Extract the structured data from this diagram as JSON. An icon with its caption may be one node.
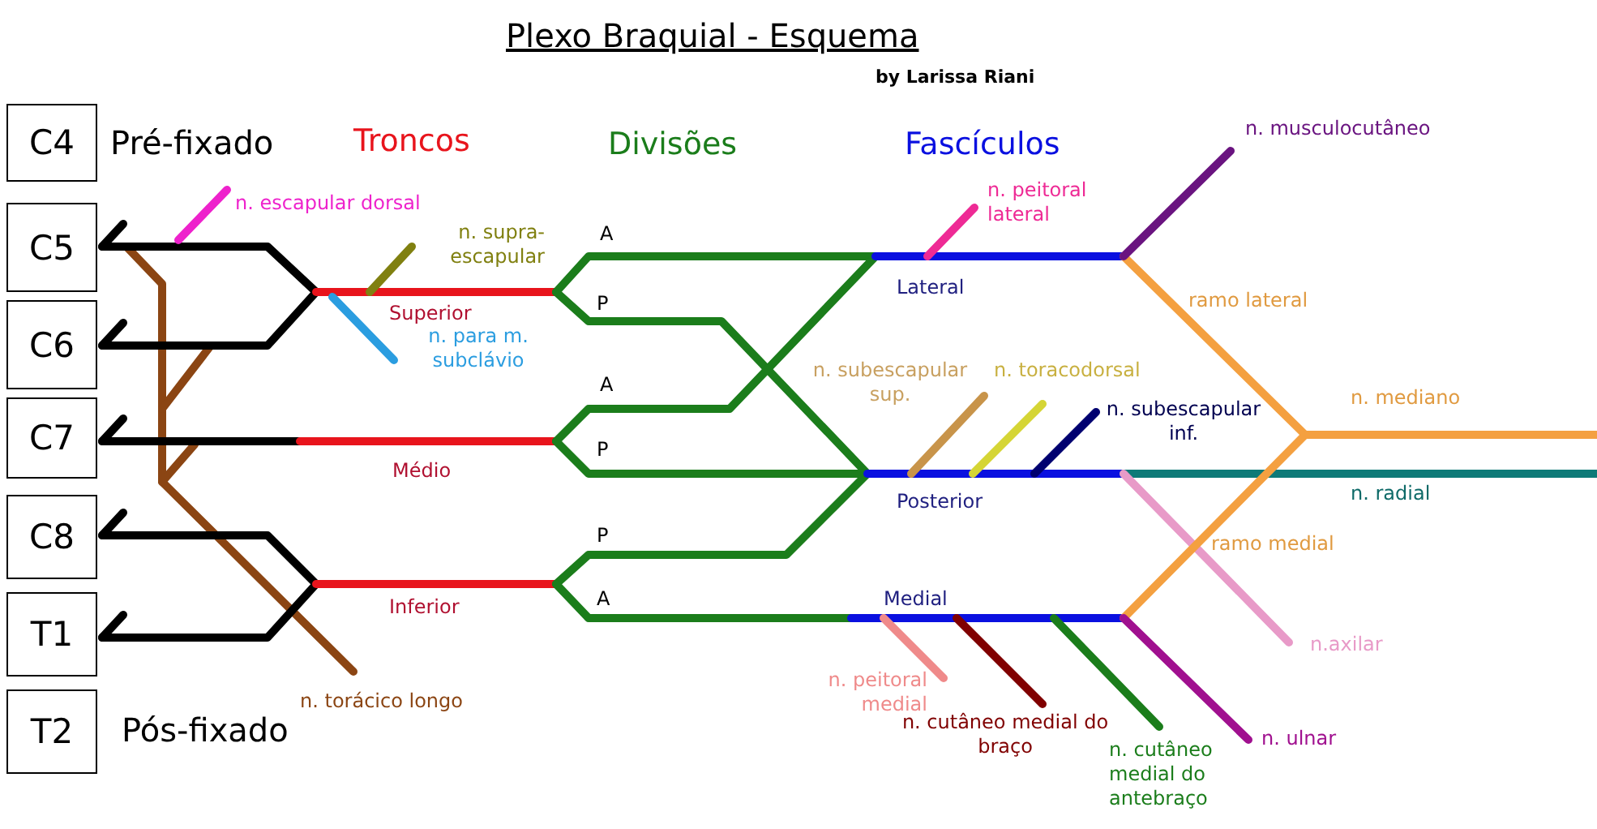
{
  "diagram": {
    "title": "Plexo Braquial - Esquema",
    "nodes": [
      {
        "text": [
          "C4"
        ],
        "beside": [
          "Pré-fixado"
        ]
      },
      {
        "text": [
          "C5"
        ]
      },
      {
        "text": [
          "C6"
        ]
      },
      {
        "text": [
          "C7"
        ]
      },
      {
        "text": [
          "C8"
        ]
      },
      {
        "text": [
          "T1"
        ]
      },
      {
        "text": [
          "T2"
        ],
        "beside": [
          "Pós-fixado"
        ]
      }
    ],
    "labels": [
      "by Larissa Riani",
      "Troncos",
      "Divisões",
      "Fascículos",
      "n. musculocutâneo",
      "n. escapular dorsal",
      "n. peitoral lateral",
      "n. supra-escapular",
      "A",
      "Superior",
      "P",
      "Lateral",
      "ramo lateral",
      "n. para m. subclávio",
      "A",
      "n. subescapular sup.",
      "n. toracodorsal",
      "n. subescapular inf.",
      "n. mediano",
      "Médio",
      "P",
      "Posterior",
      "n. radial",
      "P",
      "ramo medial",
      "Inferior",
      "A",
      "Medial",
      "n.axilar",
      "n. peitoral medial",
      "n. torácico longo",
      "n. cutâneo medial do braço",
      "n. ulnar",
      "n. cutâneo medial do antebraço"
    ]
  }
}
